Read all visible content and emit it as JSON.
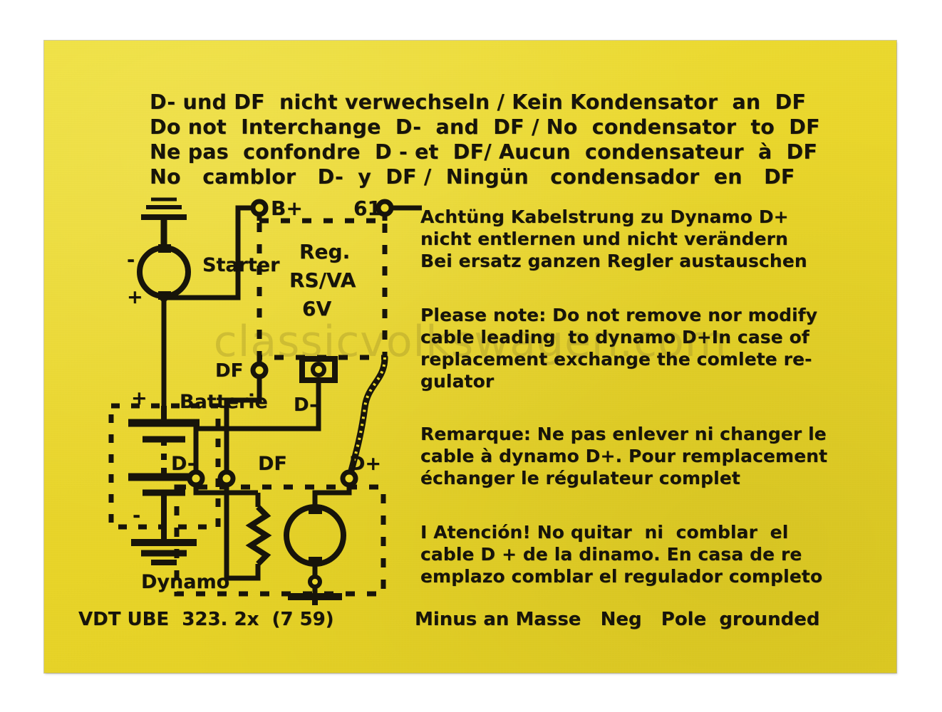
{
  "label": {
    "background_color": "#ebd82b",
    "ink_color": "#17140a"
  },
  "watermark": {
    "text": "classicvolkswagen.com"
  },
  "header_warning": {
    "lines": [
      "D- und DF  nicht verwechseln / Kein Kondensator  an  DF",
      "Do not  Interchange  D-  and  DF / No  condensator  to  DF",
      "Ne pas  confondre  D - et  DF/ Aucun  condensateur  à  DF",
      "No   camblor   D-  y  DF /  Ningün   condensador  en   DF"
    ]
  },
  "notices": {
    "de": [
      "Achtüng Kabelstrung zu Dynamo D+",
      "nicht entlernen und nicht verändern",
      "Bei ersatz ganzen Regler austauschen"
    ],
    "en": [
      "Please note: Do not remove nor modify",
      "cable leading  to dynamo D+In case of",
      "replacement exchange the comlete re-",
      "gulator"
    ],
    "fr": [
      "Remarque: Ne pas enlever ni changer le",
      "cable à dynamo D+. Pour remplacement",
      "échanger le régulateur complet"
    ],
    "es": [
      "I Atención! No quitar  ni  comblar  el",
      "cable D + de la dinamo. En casa de re",
      "emplazo comblar el regulador completo"
    ]
  },
  "footer": {
    "part_number": "VDT UBE  323. 2x  (7 59)",
    "polarity_note": "Minus an Masse   Neg   Pole  grounded"
  },
  "diagram": {
    "title": "6V dynamo / regulator / battery / starter wiring schematic",
    "labels": {
      "starter": "Starter",
      "starter_minus": "-",
      "starter_plus": "+",
      "battery": "Batterie",
      "battery_plus": "+",
      "battery_minus": "-",
      "dynamo": "Dynamo",
      "regulator_line1": "Reg.",
      "regulator_line2": "RS/VA",
      "regulator_line3": "6V",
      "terminal_bplus": "B+",
      "terminal_61": "61",
      "regulator_df": "DF",
      "regulator_dminus": "D-",
      "dynamo_dminus": "D-",
      "dynamo_df": "DF",
      "dynamo_dplus": "D+"
    }
  }
}
